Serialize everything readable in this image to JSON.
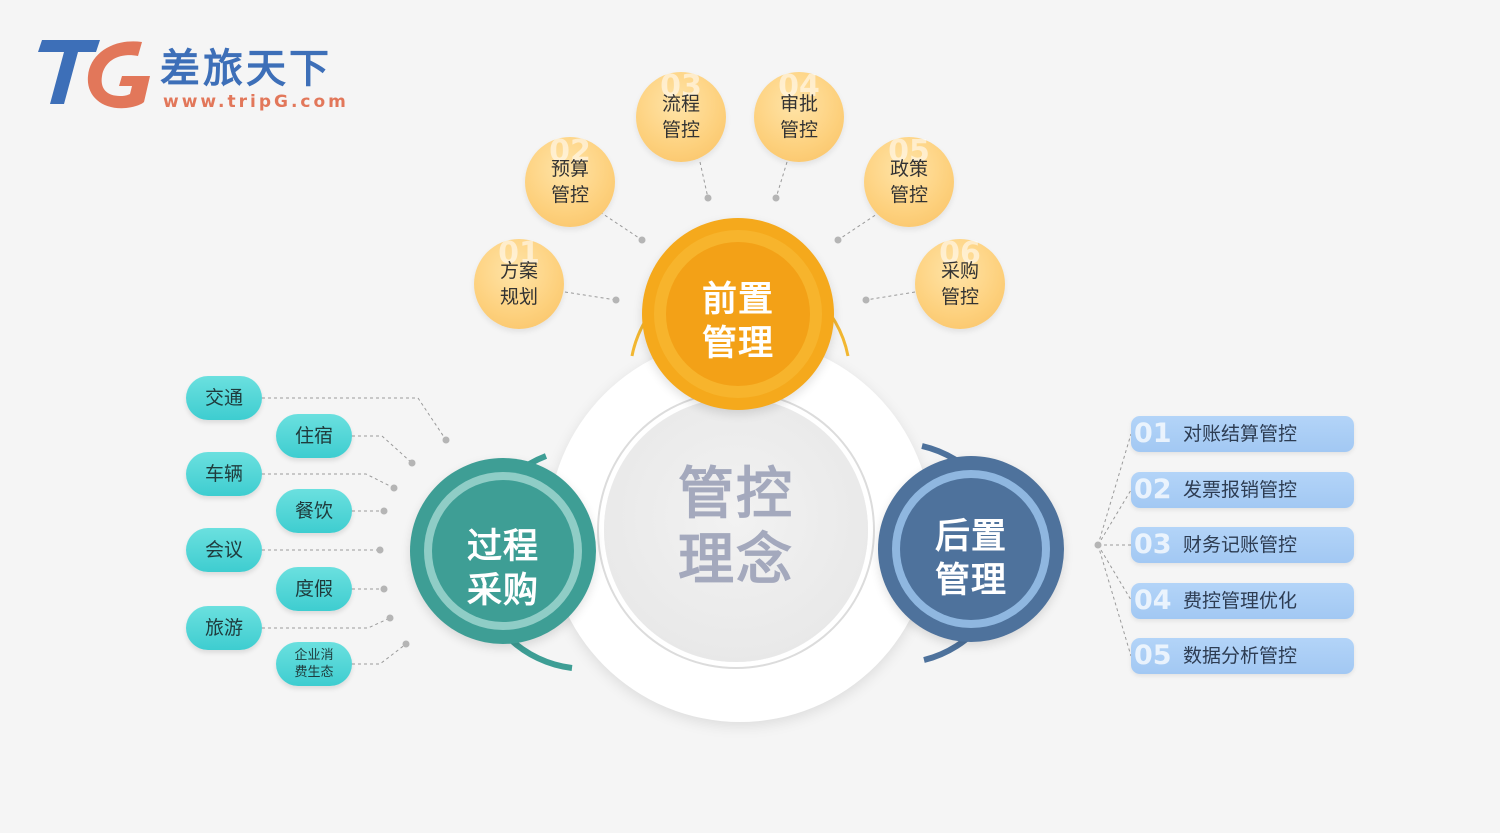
{
  "brand": {
    "logo_text": "TG",
    "name": "差旅天下",
    "url": "www.tripG.com"
  },
  "center": {
    "title_line1": "管控",
    "title_line2": "理念"
  },
  "front": {
    "title_line1": "前置",
    "title_line2": "管理",
    "color": "#f5a91c",
    "items": [
      {
        "num": "01",
        "line1": "方案",
        "line2": "规划"
      },
      {
        "num": "02",
        "line1": "预算",
        "line2": "管控"
      },
      {
        "num": "03",
        "line1": "流程",
        "line2": "管控"
      },
      {
        "num": "04",
        "line1": "审批",
        "line2": "管控"
      },
      {
        "num": "05",
        "line1": "政策",
        "line2": "管控"
      },
      {
        "num": "06",
        "line1": "采购",
        "line2": "管控"
      }
    ]
  },
  "process": {
    "title_line1": "过程",
    "title_line2": "采购",
    "color": "#3e9e95",
    "items": [
      "交通",
      "住宿",
      "车辆",
      "餐饮",
      "会议",
      "度假",
      "旅游"
    ],
    "last_item_line1": "企业消",
    "last_item_line2": "费生态"
  },
  "back": {
    "title_line1": "后置",
    "title_line2": "管理",
    "color": "#4e729c",
    "items": [
      {
        "num": "01",
        "label": "对账结算管控"
      },
      {
        "num": "02",
        "label": "发票报销管控"
      },
      {
        "num": "03",
        "label": "财务记账管控"
      },
      {
        "num": "04",
        "label": "费控管理优化"
      },
      {
        "num": "05",
        "label": "数据分析管控"
      }
    ]
  }
}
